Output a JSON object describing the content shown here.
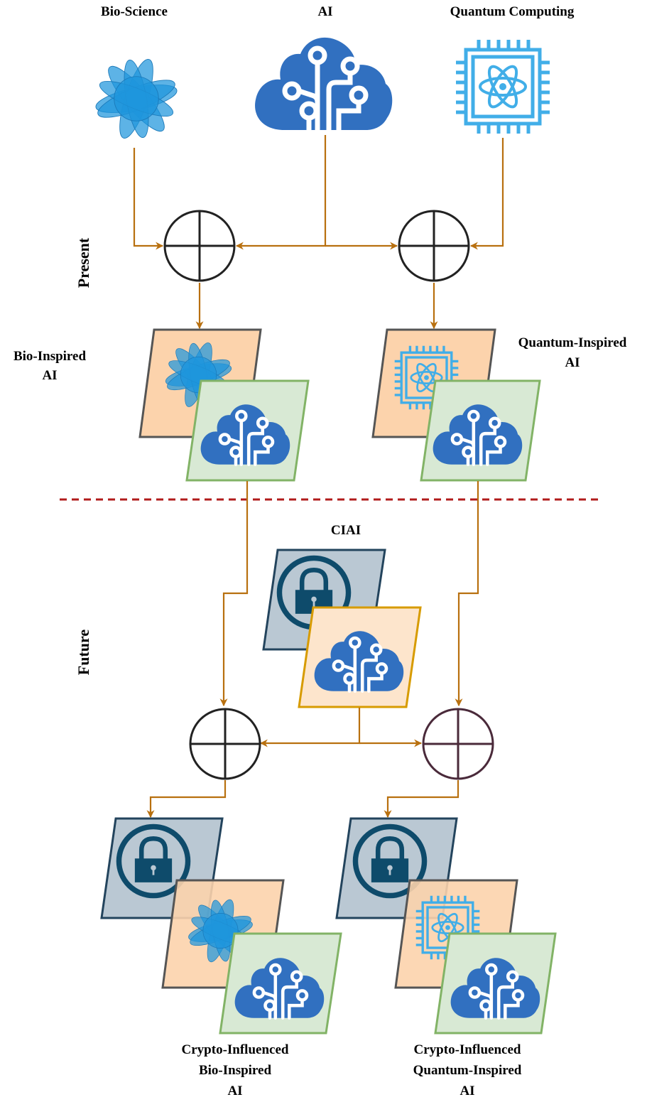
{
  "labels": {
    "bio_science": "Bio-Science",
    "ai": "AI",
    "quantum_computing": "Quantum Computing",
    "present": "Present",
    "future": "Future",
    "bio_inspired_ai_line1": "Bio-Inspired",
    "bio_inspired_ai_line2": "AI",
    "quantum_inspired_ai_line1": "Quantum-Inspired",
    "quantum_inspired_ai_line2": "AI",
    "ciai": "CIAI",
    "crypto_bio_line1": "Crypto-Influenced",
    "crypto_bio_line2": "Bio-Inspired",
    "crypto_bio_line3": "AI",
    "crypto_quantum_line1": "Crypto-Influenced",
    "crypto_quantum_line2": "Quantum-Inspired",
    "crypto_quantum_line3": "AI"
  },
  "icons": [
    "flower-icon",
    "ai-brain-cloud-icon",
    "quantum-chip-icon",
    "padlock-icon",
    "xor-circle-icon"
  ],
  "colors": {
    "connector": "#b8700f",
    "divider": "#b11b1b",
    "ai_blue": "#3170c0",
    "flower_blue": "#1e95dc",
    "chip_blue": "#41aee8",
    "orange_fill": "#fcd3ac",
    "green_fill": "#d8e9d4",
    "slate_fill": "#bac8d3",
    "lock_navy": "#0e4b6b",
    "peach_fill": "#fde5cc"
  }
}
